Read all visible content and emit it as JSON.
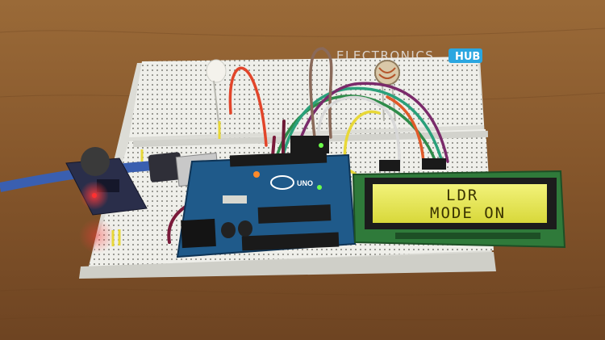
{
  "watermark": {
    "brand": "ELECTRONICS",
    "suffix": "HUB"
  },
  "lcd": {
    "line1": "LDR",
    "line2": "MODE ON"
  },
  "board": {
    "model_label": "UNO"
  },
  "colors": {
    "table": "#8a5a2e",
    "breadboard": "#eeeeea",
    "arduino_pcb": "#1f5a8a",
    "lcd_backlight": "#e8e84a",
    "lcd_pcb": "#2f7a3a",
    "rtc_module": "#2a2e4a",
    "usb_cable": "#3a5fb0",
    "watermark_badge": "#2aa6e0"
  }
}
